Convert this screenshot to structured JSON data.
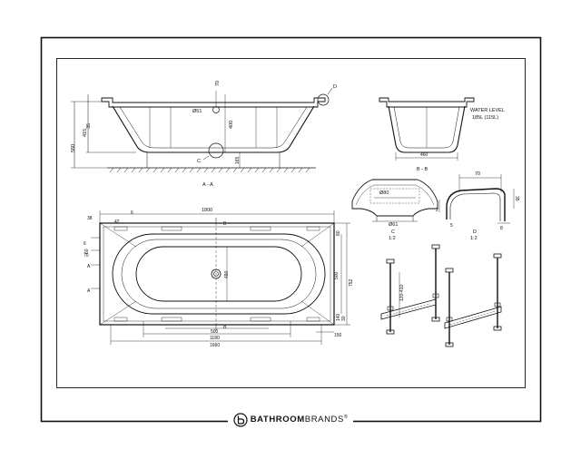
{
  "section_aa": {
    "dims": {
      "d70": "70",
      "d51": "Ø51",
      "d400": "400",
      "d35": "35",
      "d415": "415",
      "d560": "560",
      "d165": "165"
    },
    "markers": {
      "c": "C",
      "d": "D"
    },
    "title": "A - A"
  },
  "section_bb": {
    "water_level": "WATER LEVEL",
    "water_volume": "185L  (115L)",
    "d460": "460",
    "title": "B - B"
  },
  "detail_c": {
    "d80": "Ø80",
    "d61": "Ø61",
    "title": "C",
    "scale": "1:2"
  },
  "detail_d": {
    "d70": "70",
    "d35": "35",
    "d2": "2",
    "d8": "8",
    "d5": "5",
    "title": "D",
    "scale": "1:2"
  },
  "plan": {
    "d1800": "1800",
    "d38": "38",
    "d42": "42",
    "d6": "6",
    "d70": "70",
    "d60": "60",
    "d80": "80",
    "d500v": "500",
    "d752": "752",
    "d490": "490",
    "d500": "500",
    "d1180": "1180",
    "d1660": "1660",
    "d150": "150",
    "d140": "140",
    "d30": "30",
    "marker_a": "A",
    "marker_b": "B"
  },
  "legs": {
    "range": "120-410"
  },
  "footer": {
    "brand_bold": "BATHROOM",
    "brand_light": "BRANDS",
    "reg": "®"
  }
}
